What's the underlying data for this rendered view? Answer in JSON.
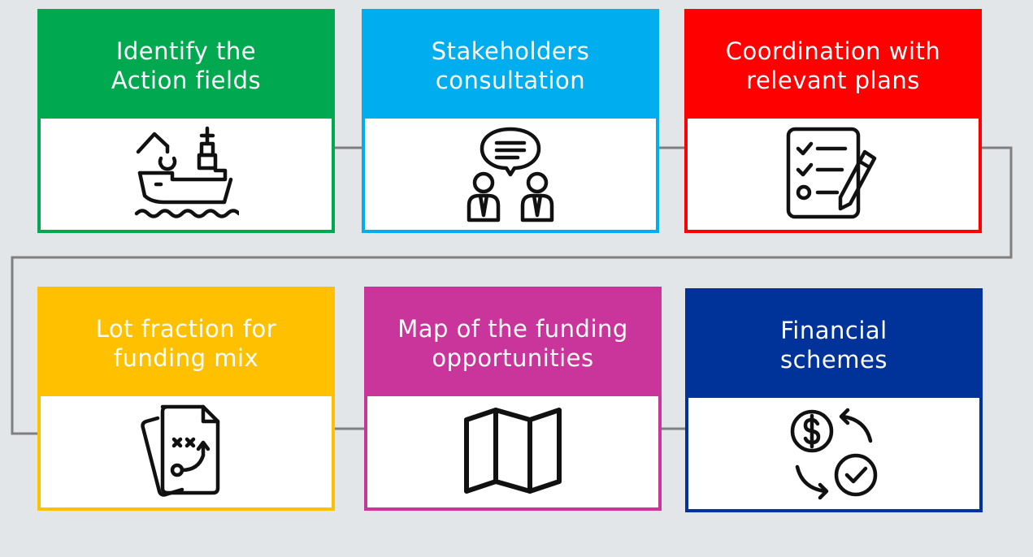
{
  "steps": [
    {
      "line1": "Identify the",
      "line2": "Action fields",
      "color": "#00a94f",
      "icon": "ship-crane-icon"
    },
    {
      "line1": "Stakeholders",
      "line2": "consultation",
      "color": "#00aeef",
      "icon": "consultation-icon"
    },
    {
      "line1": "Coordination with",
      "line2": "relevant plans",
      "color": "#ff0000",
      "icon": "checklist-icon"
    },
    {
      "line1": "Lot fraction for",
      "line2": "funding mix",
      "color": "#ffc000",
      "icon": "strategy-plan-icon"
    },
    {
      "line1": "Map of the funding",
      "line2": "opportunities",
      "color": "#c9359a",
      "icon": "map-icon"
    },
    {
      "line1": "Financial",
      "line2": "schemes",
      "color": "#003399",
      "icon": "money-exchange-icon"
    }
  ],
  "connector_color": "#7f7f7f"
}
